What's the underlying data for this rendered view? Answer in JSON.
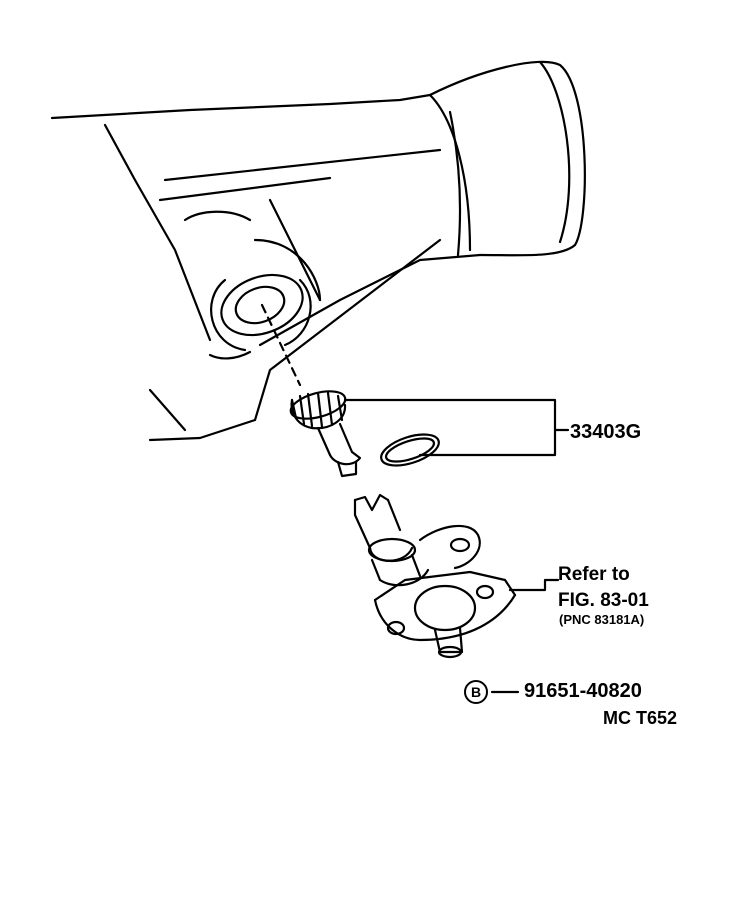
{
  "callouts": {
    "gear_part_number": "33403G",
    "refer_line1": "Refer to",
    "refer_line2": "FIG. 83-01",
    "refer_line3": "(PNC 83181A)",
    "bolt_marker": "B",
    "bolt_part_number": "91651-40820",
    "drawing_code": "MC T652"
  }
}
